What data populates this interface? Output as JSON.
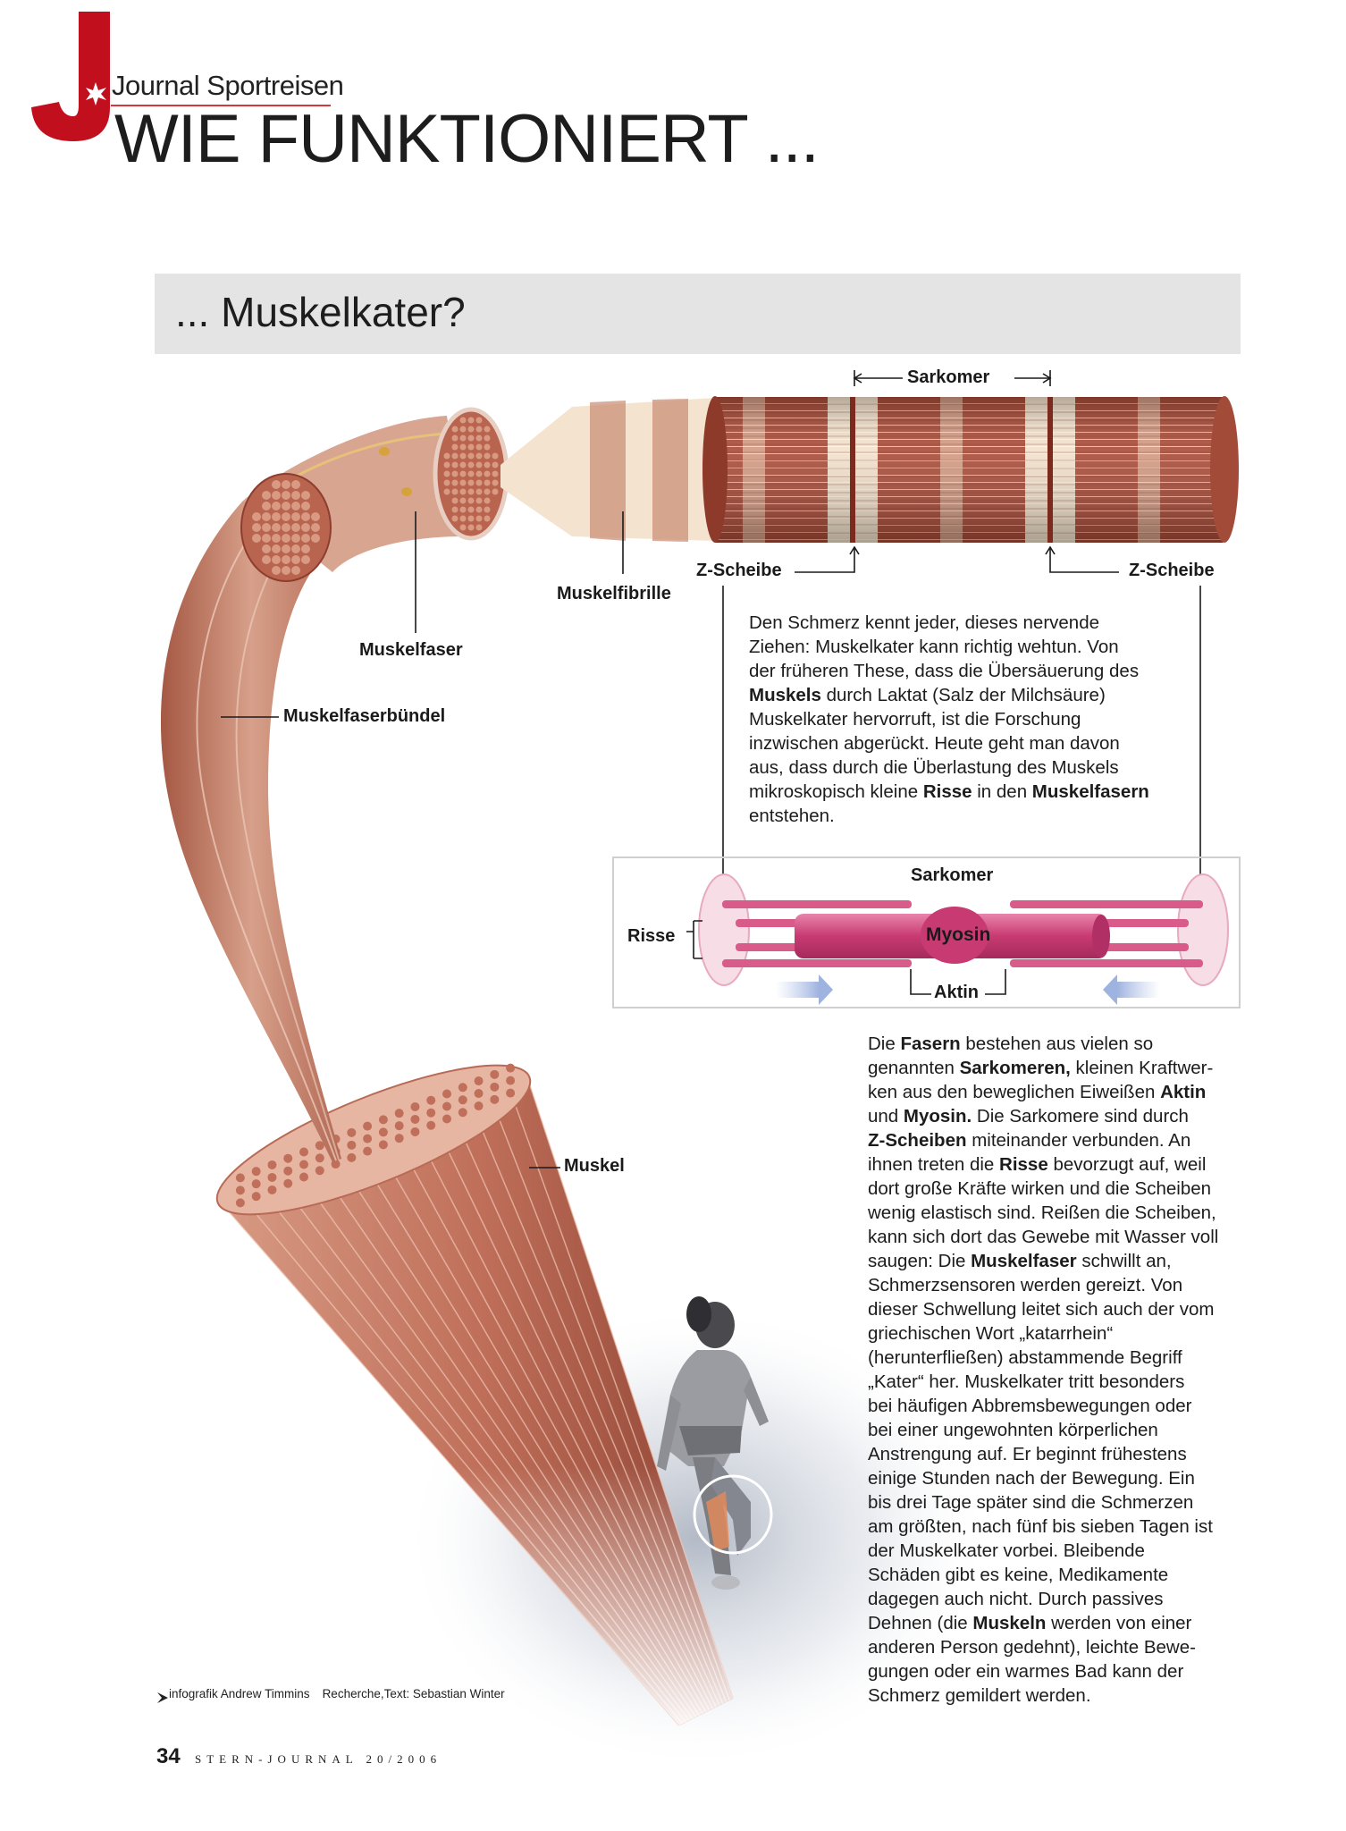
{
  "header": {
    "logo_letter": "J",
    "brand": "Journal Sportreisen",
    "title": "WIE FUNKTIONIERT ...",
    "subtitle": "... Muskelkater?"
  },
  "colors": {
    "brand_red": "#c20f1e",
    "muscle": "#c07a62",
    "fibril_dark": "#9c3f2e",
    "fibril_light": "#f4e4cf",
    "sarcomere_pink": "#d4477a",
    "band_grey": "#e4e4e4"
  },
  "labels": {
    "sarkomer_top": "Sarkomer",
    "z_scheibe_left": "Z-Scheibe",
    "z_scheibe_right": "Z-Scheibe",
    "muskelfibrille": "Muskelfibrille",
    "muskelfaser": "Muskelfaser",
    "muskelfaserbuendel": "Muskelfaserbündel",
    "muskel": "Muskel"
  },
  "sarcomere_detail": {
    "title": "Sarkomer",
    "myosin": "Myosin",
    "aktin": "Aktin",
    "risse": "Risse"
  },
  "intro_paragraph": [
    [
      {
        "t": "Den Schmerz kennt jeder, dieses nervende"
      }
    ],
    [
      {
        "t": "Ziehen: Muskelkater kann richtig wehtun. Von"
      }
    ],
    [
      {
        "t": "der früheren These, dass die Übersäuerung des"
      }
    ],
    [
      {
        "t": "Muskels",
        "b": true
      },
      {
        "t": " durch Laktat (Salz der Milchsäure)"
      }
    ],
    [
      {
        "t": "Muskelkater hervorruft, ist die Forschung"
      }
    ],
    [
      {
        "t": "inzwischen abgerückt. Heute geht man davon"
      }
    ],
    [
      {
        "t": "aus, dass durch die Überlastung des Muskels"
      }
    ],
    [
      {
        "t": "mikroskopisch kleine "
      },
      {
        "t": "Risse",
        "b": true
      },
      {
        "t": " in den "
      },
      {
        "t": "Muskelfasern",
        "b": true
      }
    ],
    [
      {
        "t": "entstehen."
      }
    ]
  ],
  "main_paragraph": [
    [
      {
        "t": "Die "
      },
      {
        "t": "Fasern",
        "b": true
      },
      {
        "t": " bestehen aus vielen so"
      }
    ],
    [
      {
        "t": "genannten "
      },
      {
        "t": "Sarkomeren,",
        "b": true
      },
      {
        "t": " kleinen Kraftwer-"
      }
    ],
    [
      {
        "t": "ken aus den beweglichen Eiweißen "
      },
      {
        "t": "Aktin",
        "b": true
      }
    ],
    [
      {
        "t": "und "
      },
      {
        "t": "Myosin.",
        "b": true
      },
      {
        "t": " Die Sarkomere sind durch"
      }
    ],
    [
      {
        "t": "Z-Scheiben",
        "b": true
      },
      {
        "t": " miteinander verbunden. An"
      }
    ],
    [
      {
        "t": "ihnen treten die "
      },
      {
        "t": "Risse",
        "b": true
      },
      {
        "t": " bevorzugt auf, weil"
      }
    ],
    [
      {
        "t": "dort große Kräfte wirken und die Scheiben"
      }
    ],
    [
      {
        "t": "wenig elastisch sind. Reißen die Scheiben,"
      }
    ],
    [
      {
        "t": "kann sich dort das Gewebe mit Wasser voll"
      }
    ],
    [
      {
        "t": "saugen: Die "
      },
      {
        "t": "Muskelfaser",
        "b": true
      },
      {
        "t": " schwillt an,"
      }
    ],
    [
      {
        "t": "Schmerzsensoren werden gereizt. Von"
      }
    ],
    [
      {
        "t": "dieser Schwellung leitet sich auch der vom"
      }
    ],
    [
      {
        "t": "griechischen Wort „katarrhein“"
      }
    ],
    [
      {
        "t": "(herunterfließen) abstammende Begriff"
      }
    ],
    [
      {
        "t": "„Kater“ her. Muskelkater tritt besonders"
      }
    ],
    [
      {
        "t": "bei häufigen Abbremsbewegungen oder"
      }
    ],
    [
      {
        "t": "bei einer ungewohnten körperlichen"
      }
    ],
    [
      {
        "t": "Anstrengung auf. Er beginnt frühestens"
      }
    ],
    [
      {
        "t": "einige Stunden nach der Bewegung. Ein"
      }
    ],
    [
      {
        "t": "bis drei Tage später sind die Schmerzen"
      }
    ],
    [
      {
        "t": "am größten, nach fünf bis sieben Tagen ist"
      }
    ],
    [
      {
        "t": "der Muskelkater vorbei. Bleibende"
      }
    ],
    [
      {
        "t": "Schäden gibt es keine, Medikamente"
      }
    ],
    [
      {
        "t": "dagegen auch nicht. Durch passives"
      }
    ],
    [
      {
        "t": "Dehnen (die "
      },
      {
        "t": "Muskeln",
        "b": true
      },
      {
        "t": " werden von einer"
      }
    ],
    [
      {
        "t": "anderen Person gedehnt), leichte Bewe-"
      }
    ],
    [
      {
        "t": "gungen oder ein warmes Bad kann der"
      }
    ],
    [
      {
        "t": "Schmerz gemildert werden."
      }
    ]
  ],
  "credits": {
    "infografik": "infografik Andrew Timmins",
    "research": "Recherche,Text: Sebastian Winter"
  },
  "footer": {
    "page_number": "34",
    "magazine": "STERN-JOURNAL 20/2006"
  }
}
